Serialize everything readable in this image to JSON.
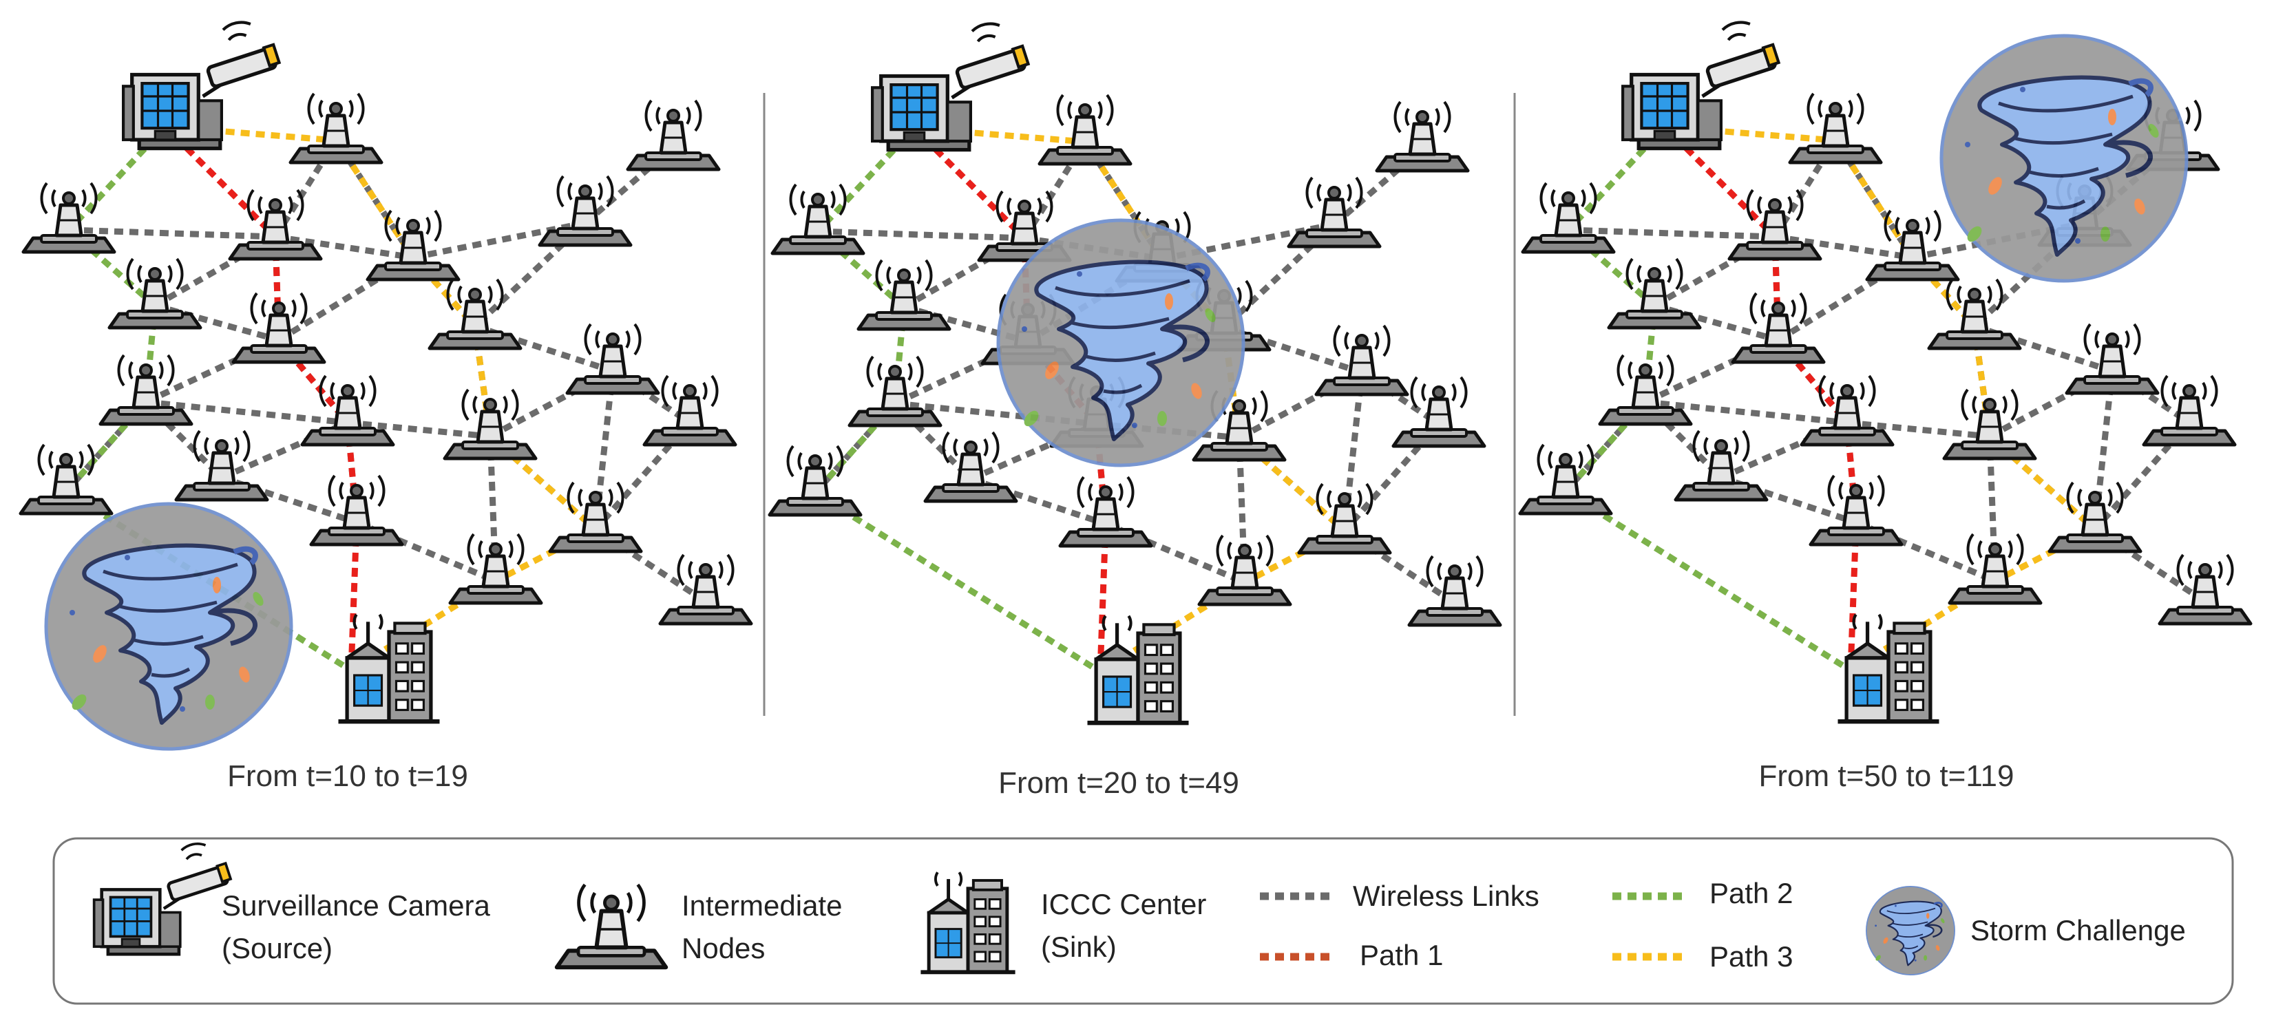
{
  "panels": [
    {
      "caption": "From t=10 to t=19"
    },
    {
      "caption": "From t=20 to t=49"
    },
    {
      "caption": "From t=50 to t=119"
    }
  ],
  "legend": {
    "camera": [
      "Surveillance Camera",
      "(Source)"
    ],
    "nodes": [
      "Intermediate",
      "Nodes"
    ],
    "sink": [
      "ICCC Center",
      "(Sink)"
    ],
    "wireless": "Wireless Links",
    "path1": "Path 1",
    "path2": "Path 2",
    "path3": "Path 3",
    "storm": "Storm Challenge"
  },
  "colors": {
    "wireless": "#6b6b6b",
    "path1": "#e8201b",
    "path1_legend": "#c8502a",
    "path2": "#7cb24a",
    "path3": "#f7bd1b",
    "storm_fill": "#9a9a9a",
    "storm_ring": "#6e8fce",
    "tornado": "#8fb4ec"
  },
  "icons": [
    "building-camera-icon",
    "antenna-tower-icon",
    "city-sink-icon",
    "tornado-storm-icon"
  ]
}
